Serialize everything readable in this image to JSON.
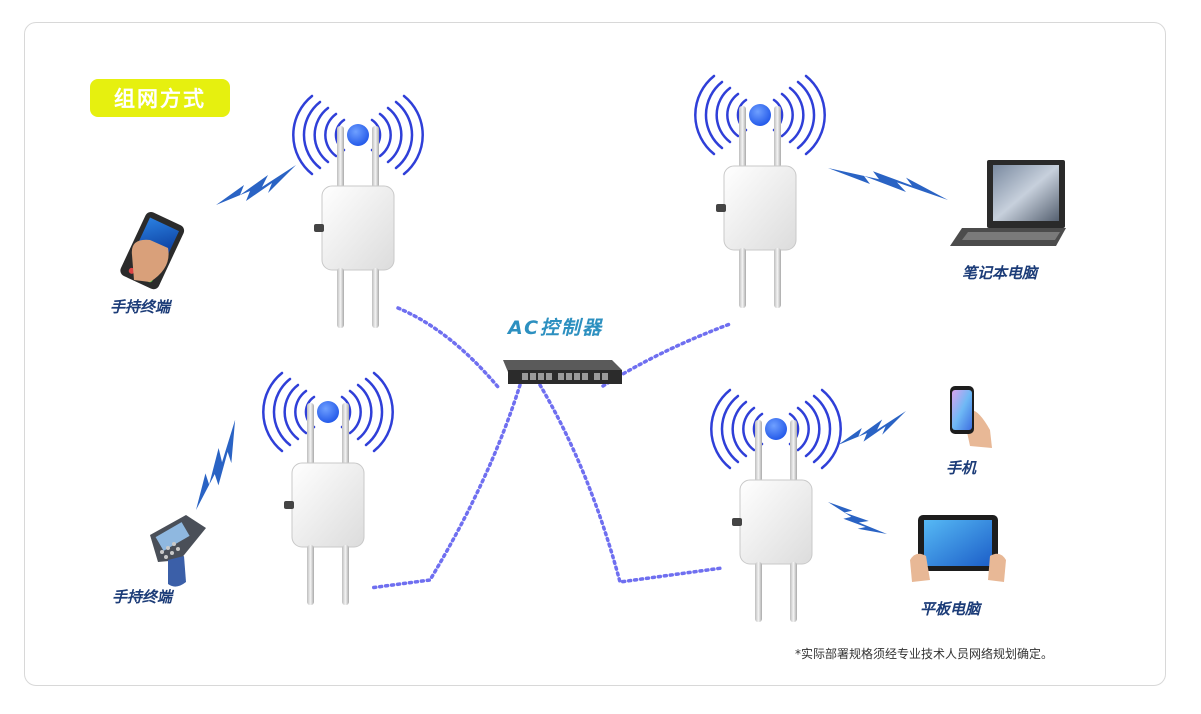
{
  "badge": {
    "text": "组网方式"
  },
  "controller": {
    "label": "AC控制器"
  },
  "devices": {
    "handheld_top": "手持终端",
    "handheld_bottom": "手持终端",
    "laptop": "笔记本电脑",
    "phone": "手机",
    "tablet": "平板电脑"
  },
  "footnote": "*实际部署规格须经专业技术人员网络规划确定。",
  "colors": {
    "badge": "#e6f00f",
    "label": "#1c3c78",
    "controller_label": "#2d90c0",
    "wave": "#2f3fd8",
    "dotted_link": "#6f6ff0",
    "bolt": "#2a63c4"
  }
}
